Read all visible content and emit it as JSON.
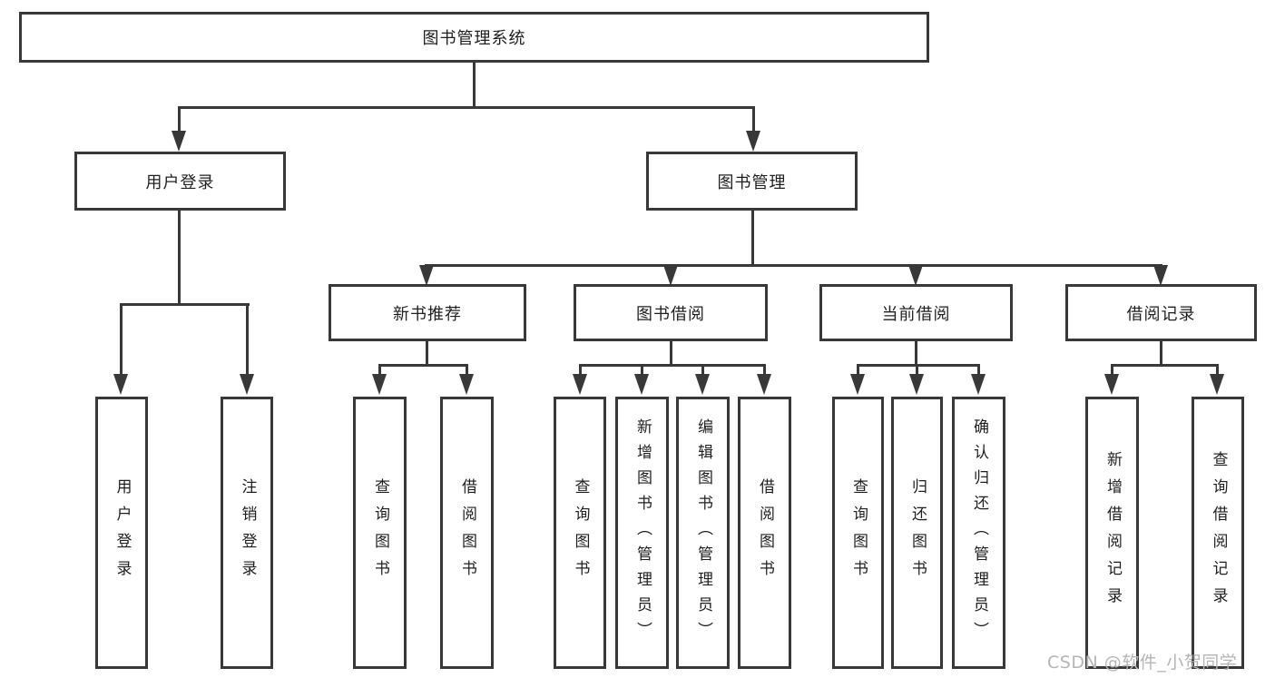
{
  "diagram": {
    "title": "图书管理系统",
    "root": {
      "label": "图书管理系统"
    },
    "level2": [
      {
        "id": "user-login",
        "label": "用户登录"
      },
      {
        "id": "book-mgmt",
        "label": "图书管理"
      }
    ],
    "level3": [
      {
        "id": "new-book-recommend",
        "label": "新书推荐"
      },
      {
        "id": "book-borrow",
        "label": "图书借阅"
      },
      {
        "id": "current-borrow",
        "label": "当前借阅"
      },
      {
        "id": "borrow-record",
        "label": "借阅记录"
      }
    ],
    "leaves": [
      {
        "id": "user-login-leaf",
        "parent": "user-login",
        "label": "用户登录"
      },
      {
        "id": "logout",
        "parent": "user-login",
        "label": "注销登录"
      },
      {
        "id": "query-book-1",
        "parent": "new-book-recommend",
        "label": "查询图书"
      },
      {
        "id": "borrow-book-1",
        "parent": "new-book-recommend",
        "label": "借阅图书"
      },
      {
        "id": "query-book-2",
        "parent": "book-borrow",
        "label": "查询图书"
      },
      {
        "id": "add-book-admin",
        "parent": "book-borrow",
        "label": "新增图书（管理员）"
      },
      {
        "id": "edit-book-admin",
        "parent": "book-borrow",
        "label": "编辑图书（管理员）"
      },
      {
        "id": "borrow-book-2",
        "parent": "book-borrow",
        "label": "借阅图书"
      },
      {
        "id": "query-book-3",
        "parent": "current-borrow",
        "label": "查询图书"
      },
      {
        "id": "return-book",
        "parent": "current-borrow",
        "label": "归还图书"
      },
      {
        "id": "confirm-return-admin",
        "parent": "current-borrow",
        "label": "确认归还（管理员）"
      },
      {
        "id": "add-borrow-record",
        "parent": "borrow-record",
        "label": "新增借阅记录"
      },
      {
        "id": "query-borrow-record",
        "parent": "borrow-record",
        "label": "查询借阅记录"
      }
    ]
  },
  "watermark": {
    "text": "CSDN @软件_小贺同学"
  },
  "colors": {
    "line": "#383838",
    "box_border": "#383838",
    "text": "#1f1f1f",
    "watermark": "#b5b5b5",
    "background": "#ffffff"
  }
}
